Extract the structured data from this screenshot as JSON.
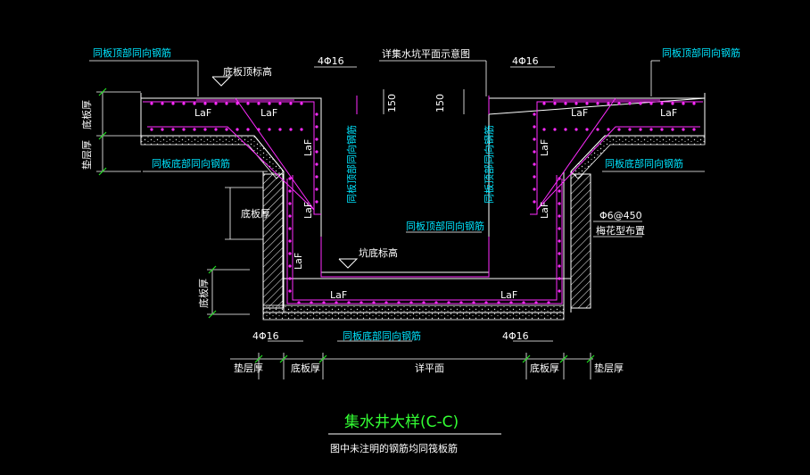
{
  "drawing": {
    "title": "集水井大样(C-C)",
    "subtitle": "图中未注明的钢筋均同筏板筋",
    "labels": {
      "top_left": "同板顶部同向钢筋",
      "top_right": "同板顶部同向钢筋",
      "pit_plan_ref": "详集水坑平面示意图",
      "rebar_4phi16_tl": "4Φ16",
      "rebar_4phi16_tr": "4Φ16",
      "rebar_4phi16_bl": "4Φ16",
      "rebar_4phi16_br": "4Φ16",
      "slab_top_elev": "底板顶标高",
      "dim_150_left": "150",
      "dim_150_right": "150",
      "laf_1": "LaF",
      "laf_2": "LaF",
      "laf_3": "LaF",
      "laf_4": "LaF",
      "laf_5": "LaF",
      "laf_6": "LaF",
      "laf_7": "LaF",
      "laf_8": "LaF",
      "laf_9": "LaF",
      "laf_10": "LaF",
      "laf_11": "LaF",
      "slab_thick_left": "底板厚",
      "cushion_thick_left": "垫层厚",
      "bottom_same_left": "同板底部同向钢筋",
      "bottom_same_right": "同板底部同向钢筋",
      "vertical_left": "同板顶部同向钢筋",
      "vertical_right": "同板顶部同向钢筋",
      "side_bottom_thick": "底板厚",
      "center_top_same": "同板顶部同向钢筋",
      "tie_bars": "Φ6@450",
      "plum_layout": "梅花型布置",
      "pit_bottom_elev": "坑底标高",
      "pit_slab_thick": "底板厚",
      "bottom_rebar_center": "同板底部同向钢筋",
      "dim_cushion_left": "垫层厚",
      "dim_slab_left": "底板厚",
      "dim_plan": "详平面",
      "dim_slab_right": "底板厚",
      "dim_cushion_right": "垫层厚"
    },
    "colors": {
      "concrete": "#ffffff",
      "rebar": "#ff2bff",
      "dimension": "#ffffff",
      "dim_tick": "#22dd22",
      "cyan_text": "#00e5ff",
      "title": "#33ff33"
    }
  }
}
